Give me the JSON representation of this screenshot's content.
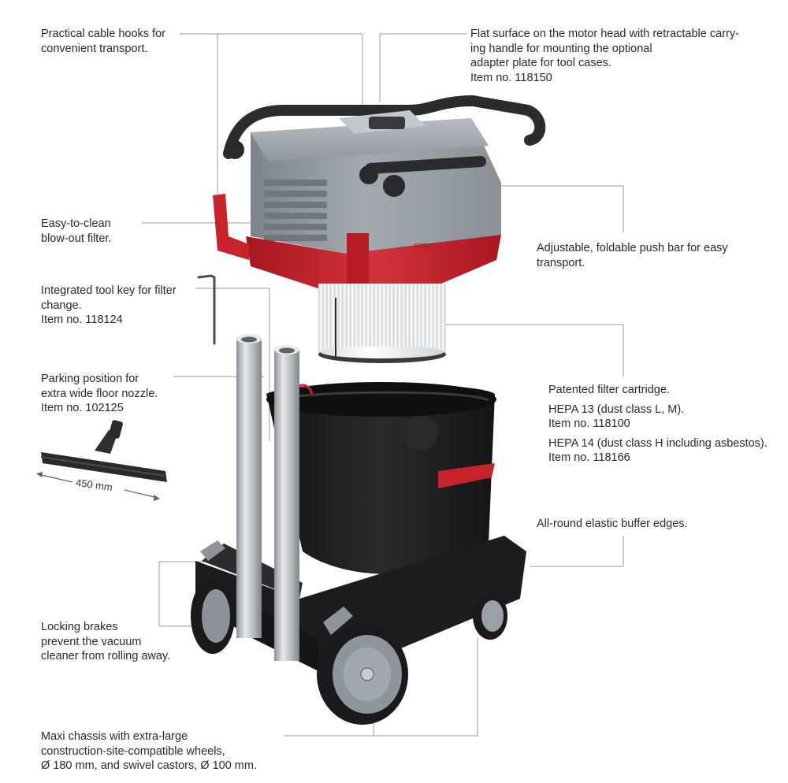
{
  "callouts": {
    "cable_hooks": [
      "Practical cable hooks for",
      "convenient transport."
    ],
    "motor_head": [
      "Flat surface on the motor head with retractable carry-",
      "ing handle for mounting the optional",
      "adapter plate for tool cases.",
      "Item no. 118150"
    ],
    "blowout_filter": [
      "Easy-to-clean",
      "blow-out filter."
    ],
    "push_bar": [
      "Adjustable, foldable push bar for easy",
      "transport."
    ],
    "tool_key": [
      "Integrated tool key for filter",
      "change.",
      "Item no. 118124"
    ],
    "parking": [
      "Parking position for",
      "extra wide floor nozzle.",
      "Item no. 102125"
    ],
    "filter_cartridge": {
      "title": "Patented filter cartridge.",
      "hepa13": [
        "HEPA 13 (dust class L, M).",
        "Item no. 118100"
      ],
      "hepa14": [
        "HEPA 14 (dust class H including asbestos).",
        "Item no. 118166"
      ]
    },
    "buffer_edges": "All-round elastic buffer edges.",
    "brakes": [
      "Locking brakes",
      "prevent the vacuum",
      "cleaner from rolling away."
    ],
    "chassis": [
      "Maxi chassis with extra-large",
      "construction-site-compatible wheels,",
      "Ø 180 mm, and swivel castors, Ø 100 mm."
    ]
  },
  "nozzle_width": "450 mm",
  "brand_mark": "SPRINTUS",
  "colors": {
    "housing_grey": "#8e969c",
    "accent_red": "#c8222b",
    "body_black": "#1f1f21",
    "tube_silver": "#b9bdc1",
    "leader_line": "#9a9a9a"
  }
}
